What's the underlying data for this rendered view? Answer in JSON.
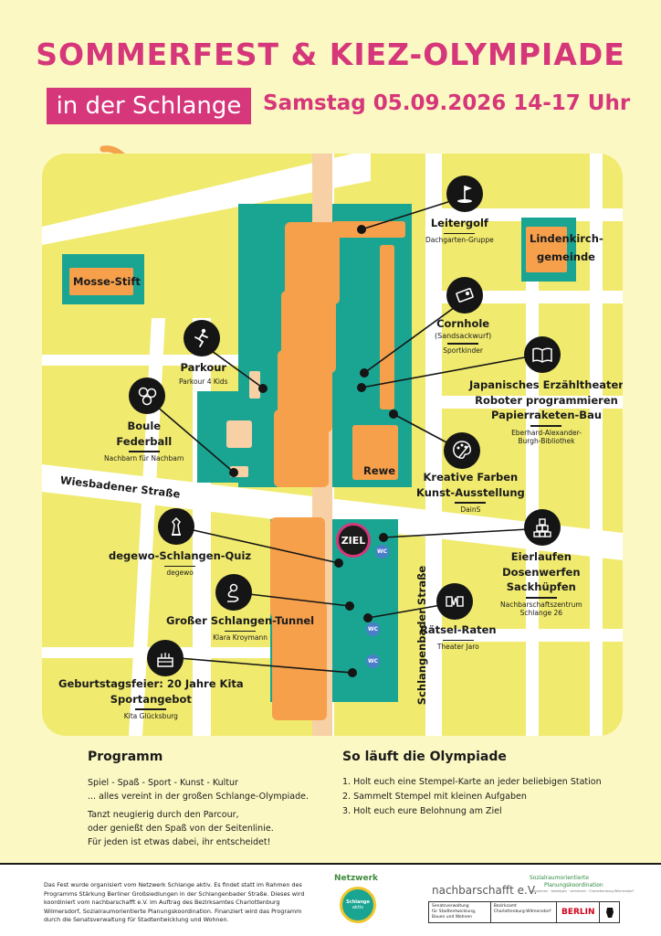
{
  "header": {
    "title": "SOMMERFEST & KIEZ-OLYMPIADE",
    "location": "in der Schlange",
    "date_time": "Samstag 05.09.2026   14-17 Uhr"
  },
  "map": {
    "places": {
      "mosse": "Mosse-Stift",
      "linden_line1": "Lindenkirch-",
      "linden_line2": "gemeinde",
      "rewe": "Rewe",
      "ziel": "ZIEL",
      "wc": "WC"
    },
    "streets": {
      "wiesbadener": "Wiesbadener Straße",
      "schlangenbader": "Schlangenbader Straße"
    },
    "stations": {
      "leitergolf": {
        "name": "Leitergolf",
        "org": "Dachgarten-Gruppe",
        "icon": "golf-icon"
      },
      "cornhole": {
        "name": "Cornhole",
        "sub": "(Sandsackwurf)",
        "org": "Sportkinder",
        "icon": "cornhole-icon"
      },
      "parkour": {
        "name": "Parkour",
        "org": "Parkour 4 Kids",
        "icon": "parkour-icon"
      },
      "boule": {
        "name1": "Boule",
        "name2": "Federball",
        "org": "Nachbarn für Nachbarn",
        "icon": "boule-icon"
      },
      "bibliothek": {
        "name1": "Japanisches Erzähltheater",
        "name2": "Roboter programmieren",
        "name3": "Papierraketen-Bau",
        "org1": "Eberhard-Alexander-",
        "org2": "Burgh-Bibliothek",
        "icon": "book-icon"
      },
      "farben": {
        "name1": "Kreative Farben",
        "name2": "Kunst-Ausstellung",
        "org": "DainS",
        "icon": "palette-icon"
      },
      "quiz": {
        "name": "degewo-Schlangen-Quiz",
        "org": "degewo",
        "icon": "chess-icon"
      },
      "eierlaufen": {
        "name1": "Eierlaufen",
        "name2": "Dosenwerfen",
        "name3": "Sackhüpfen",
        "org1": "Nachbarschaftszentrum",
        "org2": "Schlange 26",
        "icon": "cans-icon"
      },
      "tunnel": {
        "name": "Großer Schlangen-Tunnel",
        "org": "Klara Kroymann",
        "icon": "snake-icon"
      },
      "raetsel": {
        "name": "Rätsel-Raten",
        "org": "Theater Jaro",
        "icon": "accordion-icon"
      },
      "geburtstag": {
        "name1": "Geburtstagsfeier: 20 Jahre Kita",
        "name2": "Sportangebot",
        "org": "Kita Glücksburg",
        "icon": "cake-icon"
      }
    }
  },
  "programm": {
    "heading": "Programm",
    "line1": "Spiel - Spaß - Sport - Kunst - Kultur",
    "line2": "... alles vereint in der großen Schlange-Olympiade.",
    "line3": "Tanzt neugierig durch den Parcour,",
    "line4": "oder genießt den Spaß von der Seitenlinie.",
    "line5": "Für jeden ist etwas dabei, ihr entscheidet!"
  },
  "olympiade": {
    "heading": "So läuft die Olympiade",
    "steps": [
      "1.  Holt euch eine Stempel-Karte an jeder beliebigen Station",
      "2.  Sammelt Stempel mit kleinen Aufgaben",
      "3.  Holt euch eure Belohnung am Ziel"
    ]
  },
  "footer": {
    "text": "Das Fest wurde organisiert vom Netzwerk Schlange aktiv. Es findet statt im Rahmen des Programms Stärkung Berliner Großsiedlungen in der Schlangenbader Straße. Dieses wird koordiniert vom nachbarschafft e.V. im Auftrag des Bezirksamtes Charlottenburg Wilmersdorf, Sozialraumorientierte Planungskoordination. Finanziert wird das Programm durch die Senatsverwaltung für Stadtentwicklung und Wohnen.",
    "netzwerk": "Netzwerk",
    "schlange": "Schlange",
    "aktiv": "aktiv",
    "nachbarschafft": "nachbarschafft e.V.",
    "sozial1": "Sozialraumorientierte",
    "sozial2": "Planungskoordination",
    "sozial3": "analysieren · beteiligen · vernetzen · Charlottenburg-Wilmersdorf",
    "senat1": "Senatsverwaltung",
    "senat2": "für Stadtentwicklung,",
    "senat3": "Bauen und Wohnen",
    "bezirk1": "Bezirksamt",
    "bezirk2": "Charlottenburg-Wilmersdorf",
    "berlin": "BERLIN"
  }
}
